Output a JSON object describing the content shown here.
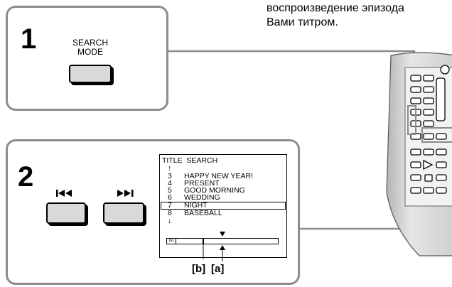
{
  "instruction": {
    "line1": "воспроизведение эпизода",
    "line2": "Вами титром."
  },
  "step1": {
    "number": "1",
    "button_label_line1": "SEARCH",
    "button_label_line2": "MODE"
  },
  "step2": {
    "number": "2",
    "prev_icon": "skip-previous-icon",
    "next_icon": "skip-next-icon"
  },
  "screen": {
    "title": "TITLE  SEARCH",
    "up_arrow": "↑",
    "down_arrow": "↓",
    "items": [
      {
        "num": "3",
        "text": "HAPPY NEW YEAR!"
      },
      {
        "num": "4",
        "text": "PRESENT"
      },
      {
        "num": "5",
        "text": "GOOD MORNING"
      },
      {
        "num": "6",
        "text": "WEDDING"
      },
      {
        "num": "7",
        "text": "NIGHT"
      },
      {
        "num": "8",
        "text": "BASEBALL"
      }
    ],
    "selected_index": 4,
    "tape_icon": "oo",
    "callout_b": "[b]",
    "callout_a": "[a]"
  },
  "remote": {
    "name": "remote-control"
  }
}
